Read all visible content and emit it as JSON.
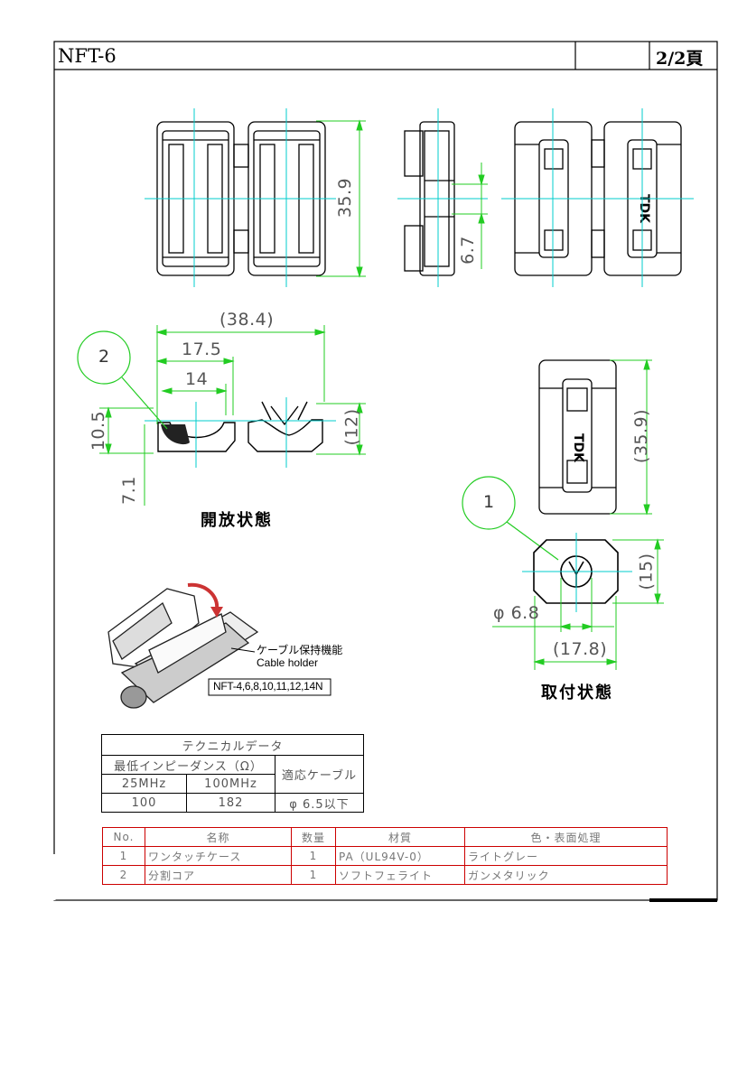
{
  "header": {
    "title": "NFT-6",
    "page": "2/2頁"
  },
  "dimensions": {
    "height_359": "35.9",
    "gap_67": "6.7",
    "open_width": "(38.4)",
    "open_17_5": "17.5",
    "open_14": "14",
    "open_10_5": "10.5",
    "open_12": "(12)",
    "open_7_1": "7.1",
    "closed_height": "(35.9)",
    "closed_15": "(15)",
    "diameter": "φ 6.8",
    "closed_width": "(17.8)"
  },
  "balloons": {
    "core": "2",
    "case": "1"
  },
  "captions": {
    "open": "開放状態",
    "mounted": "取付状態"
  },
  "callouts": {
    "holder_jp": "ケーブル保持機能",
    "holder_en": "Cable holder",
    "models": "NFT-4,6,8,10,11,12,14N"
  },
  "tech_table": {
    "title": "テクニカルデータ",
    "impedance": "最低インピーダンス（Ω）",
    "cable": "適応ケーブル",
    "f1": "25MHz",
    "f2": "100MHz",
    "v1": "100",
    "v2": "182",
    "cable_val": "φ 6.5以下"
  },
  "parts_table": {
    "headers": [
      "No.",
      "名称",
      "数量",
      "材質",
      "色・表面処理"
    ],
    "rows": [
      [
        "1",
        "ワンタッチケース",
        "1",
        "PA（UL94V-0）",
        "ライトグレー"
      ],
      [
        "2",
        "分割コア",
        "1",
        "ソフトフェライト",
        "ガンメタリック"
      ]
    ]
  }
}
